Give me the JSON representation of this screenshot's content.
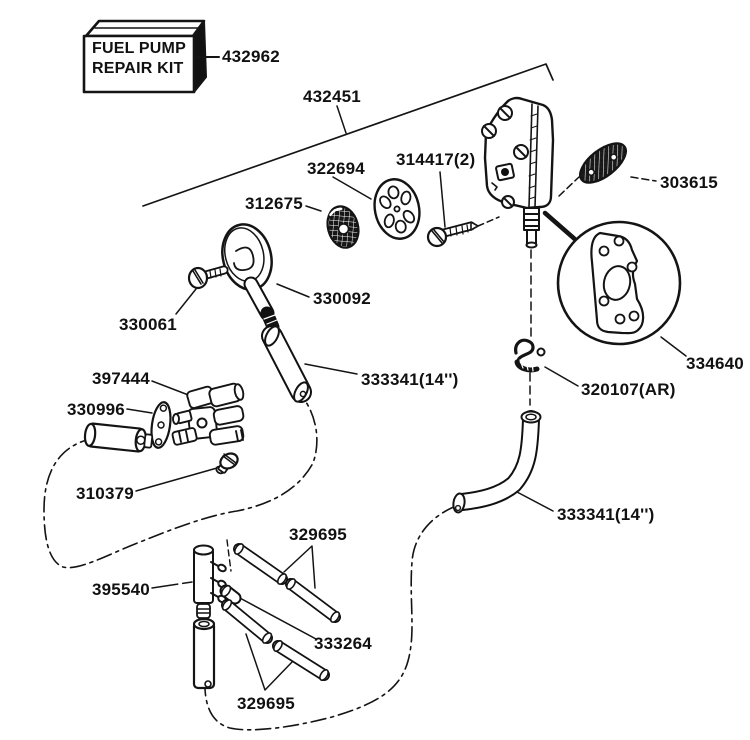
{
  "title": "Fuel pump repair kit exploded parts diagram",
  "kit_box": {
    "line1": "FUEL PUMP",
    "line2": "REPAIR KIT"
  },
  "labels": {
    "l432962": "432962",
    "l432451": "432451",
    "l322694": "322694",
    "l314417": "314417(2)",
    "l312675": "312675",
    "l303615": "303615",
    "l330092": "330092",
    "l330061": "330061",
    "l334640": "334640",
    "l397444": "397444",
    "l330996": "330996",
    "l333341a": "333341(14'')",
    "l320107": "320107(AR)",
    "l310379": "310379",
    "l333341b": "333341(14'')",
    "l329695a": "329695",
    "l395540": "395540",
    "l333264": "333264",
    "l329695b": "329695"
  }
}
